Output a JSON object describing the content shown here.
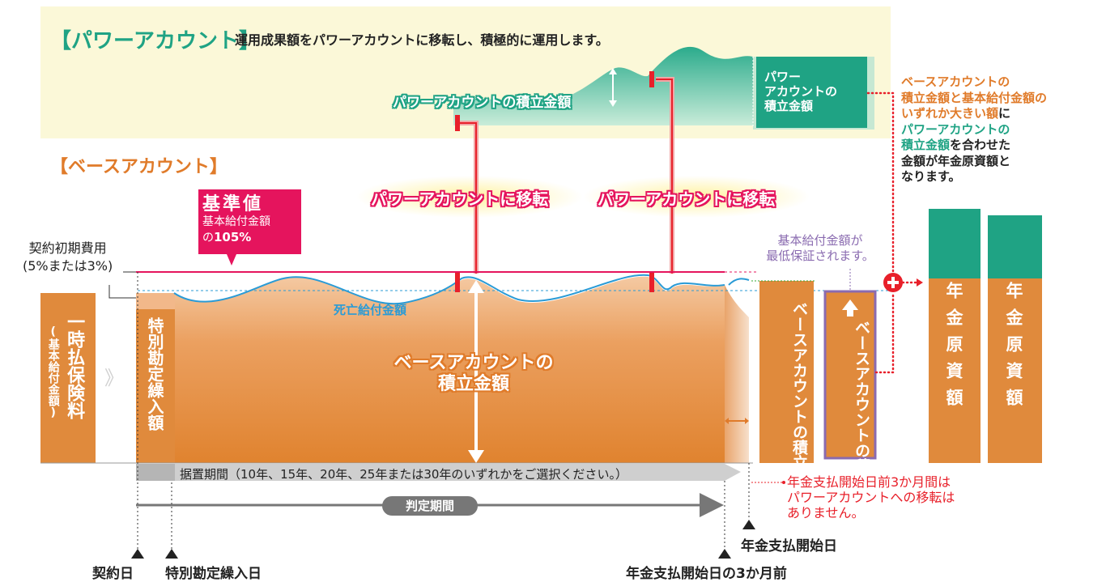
{
  "power_account": {
    "heading": "【パワーアカウント】",
    "description": "運用成果額をパワーアカウントに移転し、積極的に運用します。",
    "curve_label": "パワーアカウントの積立金額",
    "box_label": [
      "パワー",
      "アカウントの",
      "積立金額"
    ]
  },
  "base_account": {
    "heading": "【ベースアカウント】",
    "transfer_label": "パワーアカウントに移転",
    "standard_value": {
      "title": "基準値",
      "line1": "基本給付金額",
      "line2_prefix": "の",
      "line2_value": "105%"
    },
    "initial_cost": {
      "line1": "契約初期費用",
      "line2": "(5%または3%)"
    },
    "death_benefit": "死亡給付金額",
    "base_amount_label": [
      "ベースアカウントの",
      "積立金額"
    ],
    "lump_sum": "一時払保険料",
    "lump_sum_sub": "(基本給付金額)",
    "special_account": "特別勘定繰入額",
    "base_box1": "ベースアカウントの積立金額",
    "base_box2": "ベースアカウントの積立金額",
    "guarantee_note": [
      "基本給付金額が",
      "最低保証されます。"
    ]
  },
  "timeline": {
    "deferral_period": "据置期間（10年、15年、20年、25年または30年のいずれかをご選択ください。）",
    "judgment_period": "判定期間",
    "contract_date": "契約日",
    "special_date": "特別勘定繰入日",
    "three_months_before": "年金支払開始日の3か月前",
    "pension_start": "年金支払開始日",
    "no_transfer_note": [
      "年金支払開始日前3か月間は",
      "パワーアカウントへの移転は",
      "ありません。"
    ]
  },
  "right_note": {
    "orange1": "ベースアカウントの",
    "orange2": "積立金額と基本給付金額の",
    "orange3": "いずれか大きい額",
    "black3": "に",
    "green1": "パワーアカウントの",
    "green2": "積立金額",
    "black4": "を合わせた",
    "black5": "金額が年金原資額と",
    "black6": "なります。"
  },
  "pension_bars": [
    "年金原資額",
    "年金原資額"
  ],
  "colors": {
    "orange": "#e07b2a",
    "green": "#1fa384",
    "pink": "#e5145d",
    "red": "#e8202a",
    "purple": "#8a6bb0",
    "blue": "#2a9bd6"
  }
}
